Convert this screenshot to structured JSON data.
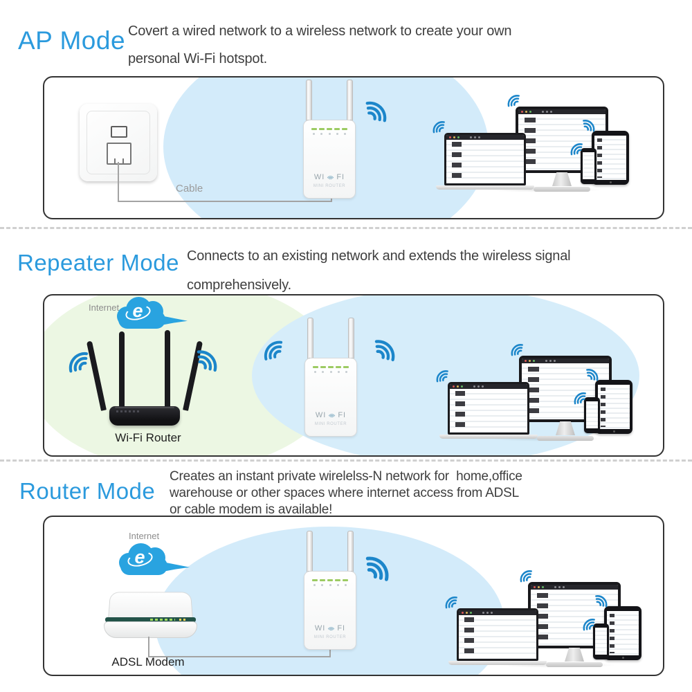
{
  "sections": [
    {
      "title": "AP Mode",
      "desc_lines": [
        "Covert a wired network to a wireless network to create your own",
        "personal Wi-Fi hotspot."
      ],
      "cable_label": "Cable"
    },
    {
      "title": "Repeater Mode",
      "desc_lines": [
        "Connects to an existing network and extends the wireless signal",
        "comprehensively."
      ],
      "internet_label": "Internet",
      "router_label": "Wi-Fi Router"
    },
    {
      "title": "Router Mode",
      "desc_lines": [
        "Creates an instant private wirelelss-N network for  home,office",
        "warehouse or other spaces where internet access from ADSL",
        "or cable modem is available!"
      ],
      "internet_label": "Internet",
      "modem_label": "ADSL Modem"
    }
  ],
  "repeater_device": {
    "brand_left": "WI",
    "brand_right": "FI",
    "model_label": "MINI ROUTER"
  },
  "cloud": {
    "logo_letter": "e"
  },
  "icons": {
    "wifi-signal-icon": "three blue arcs fan",
    "internet-cloud-icon": "blue cloud with e logo",
    "ethernet-socket-icon": "wall plate with RJ45 port"
  },
  "colors": {
    "title_blue": "#2b9add",
    "wifi_blue": "#1c86ca",
    "cloud_blue": "#29a3e0",
    "blob_blue": "#d3ebfa",
    "blob_green": "#ecf7e3",
    "led_green": "#9ccb62",
    "text_dark": "#3e3e3e",
    "label_gray": "#9b9b9b",
    "panel_border": "#333333"
  }
}
